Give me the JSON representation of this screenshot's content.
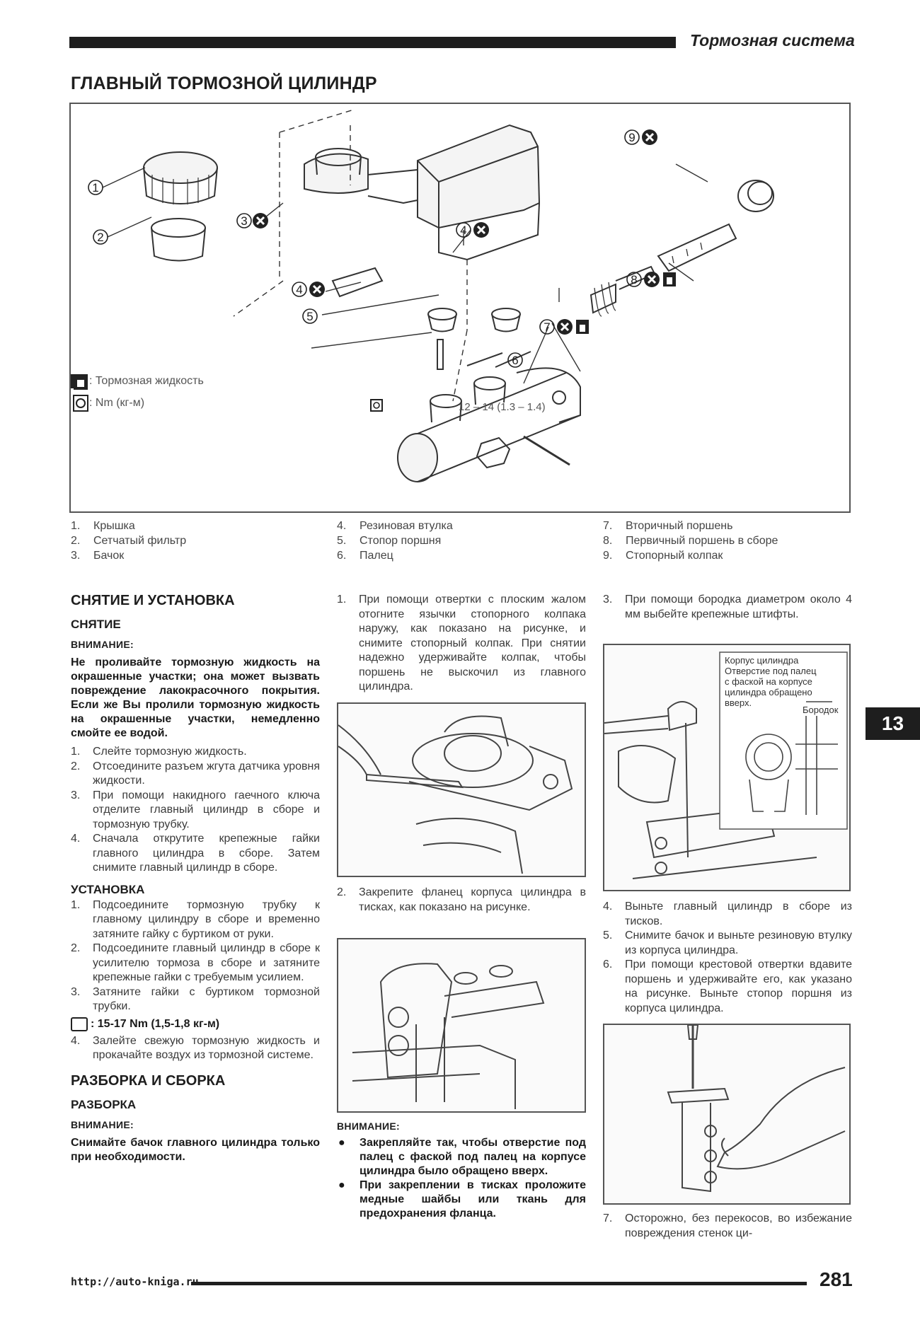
{
  "header": {
    "section": "Тормозная система"
  },
  "title": "ГЛАВНЫЙ ТОРМОЗНОЙ ЦИЛИНДР",
  "figure": {
    "legend": [
      {
        "icon": "brake-fluid-icon",
        "text": ": Тормозная жидкость"
      },
      {
        "icon": "torque-icon",
        "text": ": Nm (кг-м)"
      }
    ],
    "torque": "12 – 14 (1.3 – 1.4)",
    "callouts": [
      "1",
      "2",
      "3",
      "4",
      "4",
      "5",
      "6",
      "7",
      "8",
      "9"
    ]
  },
  "parts": [
    {
      "n": "1.",
      "name": "Крышка"
    },
    {
      "n": "2.",
      "name": "Сетчатый фильтр"
    },
    {
      "n": "3.",
      "name": "Бачок"
    },
    {
      "n": "4.",
      "name": "Резиновая втулка"
    },
    {
      "n": "5.",
      "name": "Стопор поршня"
    },
    {
      "n": "6.",
      "name": "Палец"
    },
    {
      "n": "7.",
      "name": "Вторичный поршень"
    },
    {
      "n": "8.",
      "name": "Первичный поршень в сборе"
    },
    {
      "n": "9.",
      "name": "Стопорный колпак"
    }
  ],
  "col1": {
    "h_removal_install": "СНЯТИЕ И УСТАНОВКА",
    "h_removal": "СНЯТИЕ",
    "attention1": "ВНИМАНИЕ:",
    "warning1": "Не проливайте тормозную жидкость на окрашенные участки; она может вызвать повреждение лакокрасочного покрытия. Если же Вы пролили тормозную жидкость на окрашенные участки, немедленно смойте ее водой.",
    "removal_steps": [
      {
        "n": "1.",
        "t": "Слейте тормозную жидкость."
      },
      {
        "n": "2.",
        "t": "Отсоедините разъем жгута датчика уровня жидкости."
      },
      {
        "n": "3.",
        "t": "При помощи накидного гаечного ключа отделите главный цилиндр в сборе и тормозную трубку."
      },
      {
        "n": "4.",
        "t": "Сначала открутите крепежные гайки главного цилиндра в сборе. Затем снимите главный цилиндр в сборе."
      }
    ],
    "h_install": "УСТАНОВКА",
    "install_steps": [
      {
        "n": "1.",
        "t": "Подсоедините тормозную трубку к главному цилиндру в сборе и временно затяните гайку с буртиком от руки."
      },
      {
        "n": "2.",
        "t": "Подсоедините главный цилиндр в сборе к усилителю тормоза в сборе и затяните крепежные гайки с требуемым усилием."
      },
      {
        "n": "3.",
        "t": "Затяните гайки с буртиком тормозной трубки."
      }
    ],
    "torque_spec": ": 15-17 Nm (1,5-1,8 кг-м)",
    "install_step4": {
      "n": "4.",
      "t": "Залейте свежую тормозную жидкость и прокачайте воздух из тормозной системе."
    },
    "h_disassembly_assembly": "РАЗБОРКА И СБОРКА",
    "h_disassembly": "РАЗБОРКА",
    "attention2": "ВНИМАНИЕ:",
    "warning2": "Снимайте бачок главного цилиндра только при необходимости."
  },
  "col2": {
    "step1": {
      "n": "1.",
      "t": "При помощи отвертки с плоским жалом отогните язычки стопорного колпака наружу, как показано на рисунке, и снимите стопорный колпак. При снятии надежно удерживайте колпак, чтобы поршень не выскочил из главного цилиндра."
    },
    "step2": {
      "n": "2.",
      "t": "Закрепите фланец корпуса цилиндра в тисках, как показано на рисунке."
    },
    "attention": "ВНИМАНИЕ:",
    "bullets": [
      "Закрепляйте так, чтобы отверстие под палец с фаской под палец на корпусе цилиндра было обращено вверх.",
      "При закреплении в тисках проложите медные шайбы или ткань для предохранения фланца."
    ]
  },
  "col3": {
    "step3": {
      "n": "3.",
      "t": "При помощи бородка диаметром около 4 мм выбейте крепежные штифты."
    },
    "inset_label": "Корпус цилиндра Отверстие под палец с фаской на корпусе цилиндра обращено вверх.",
    "inset_label2": "Бородок",
    "steps": [
      {
        "n": "4.",
        "t": "Выньте главный цилиндр в сборе из тисков."
      },
      {
        "n": "5.",
        "t": "Снимите бачок и выньте резиновую втулку из корпуса цилиндра."
      },
      {
        "n": "6.",
        "t": "При помощи крестовой отвертки вдавите поршень и удерживайте его, как указано на рисунке. Выньте стопор поршня из корпуса цилиндра."
      }
    ],
    "step7": {
      "n": "7.",
      "t": "Осторожно, без перекосов, во избежание повреждения стенок ци-"
    }
  },
  "side_tab": "13",
  "footer": {
    "url": "http://auto-kniga.ru",
    "page": "281"
  }
}
